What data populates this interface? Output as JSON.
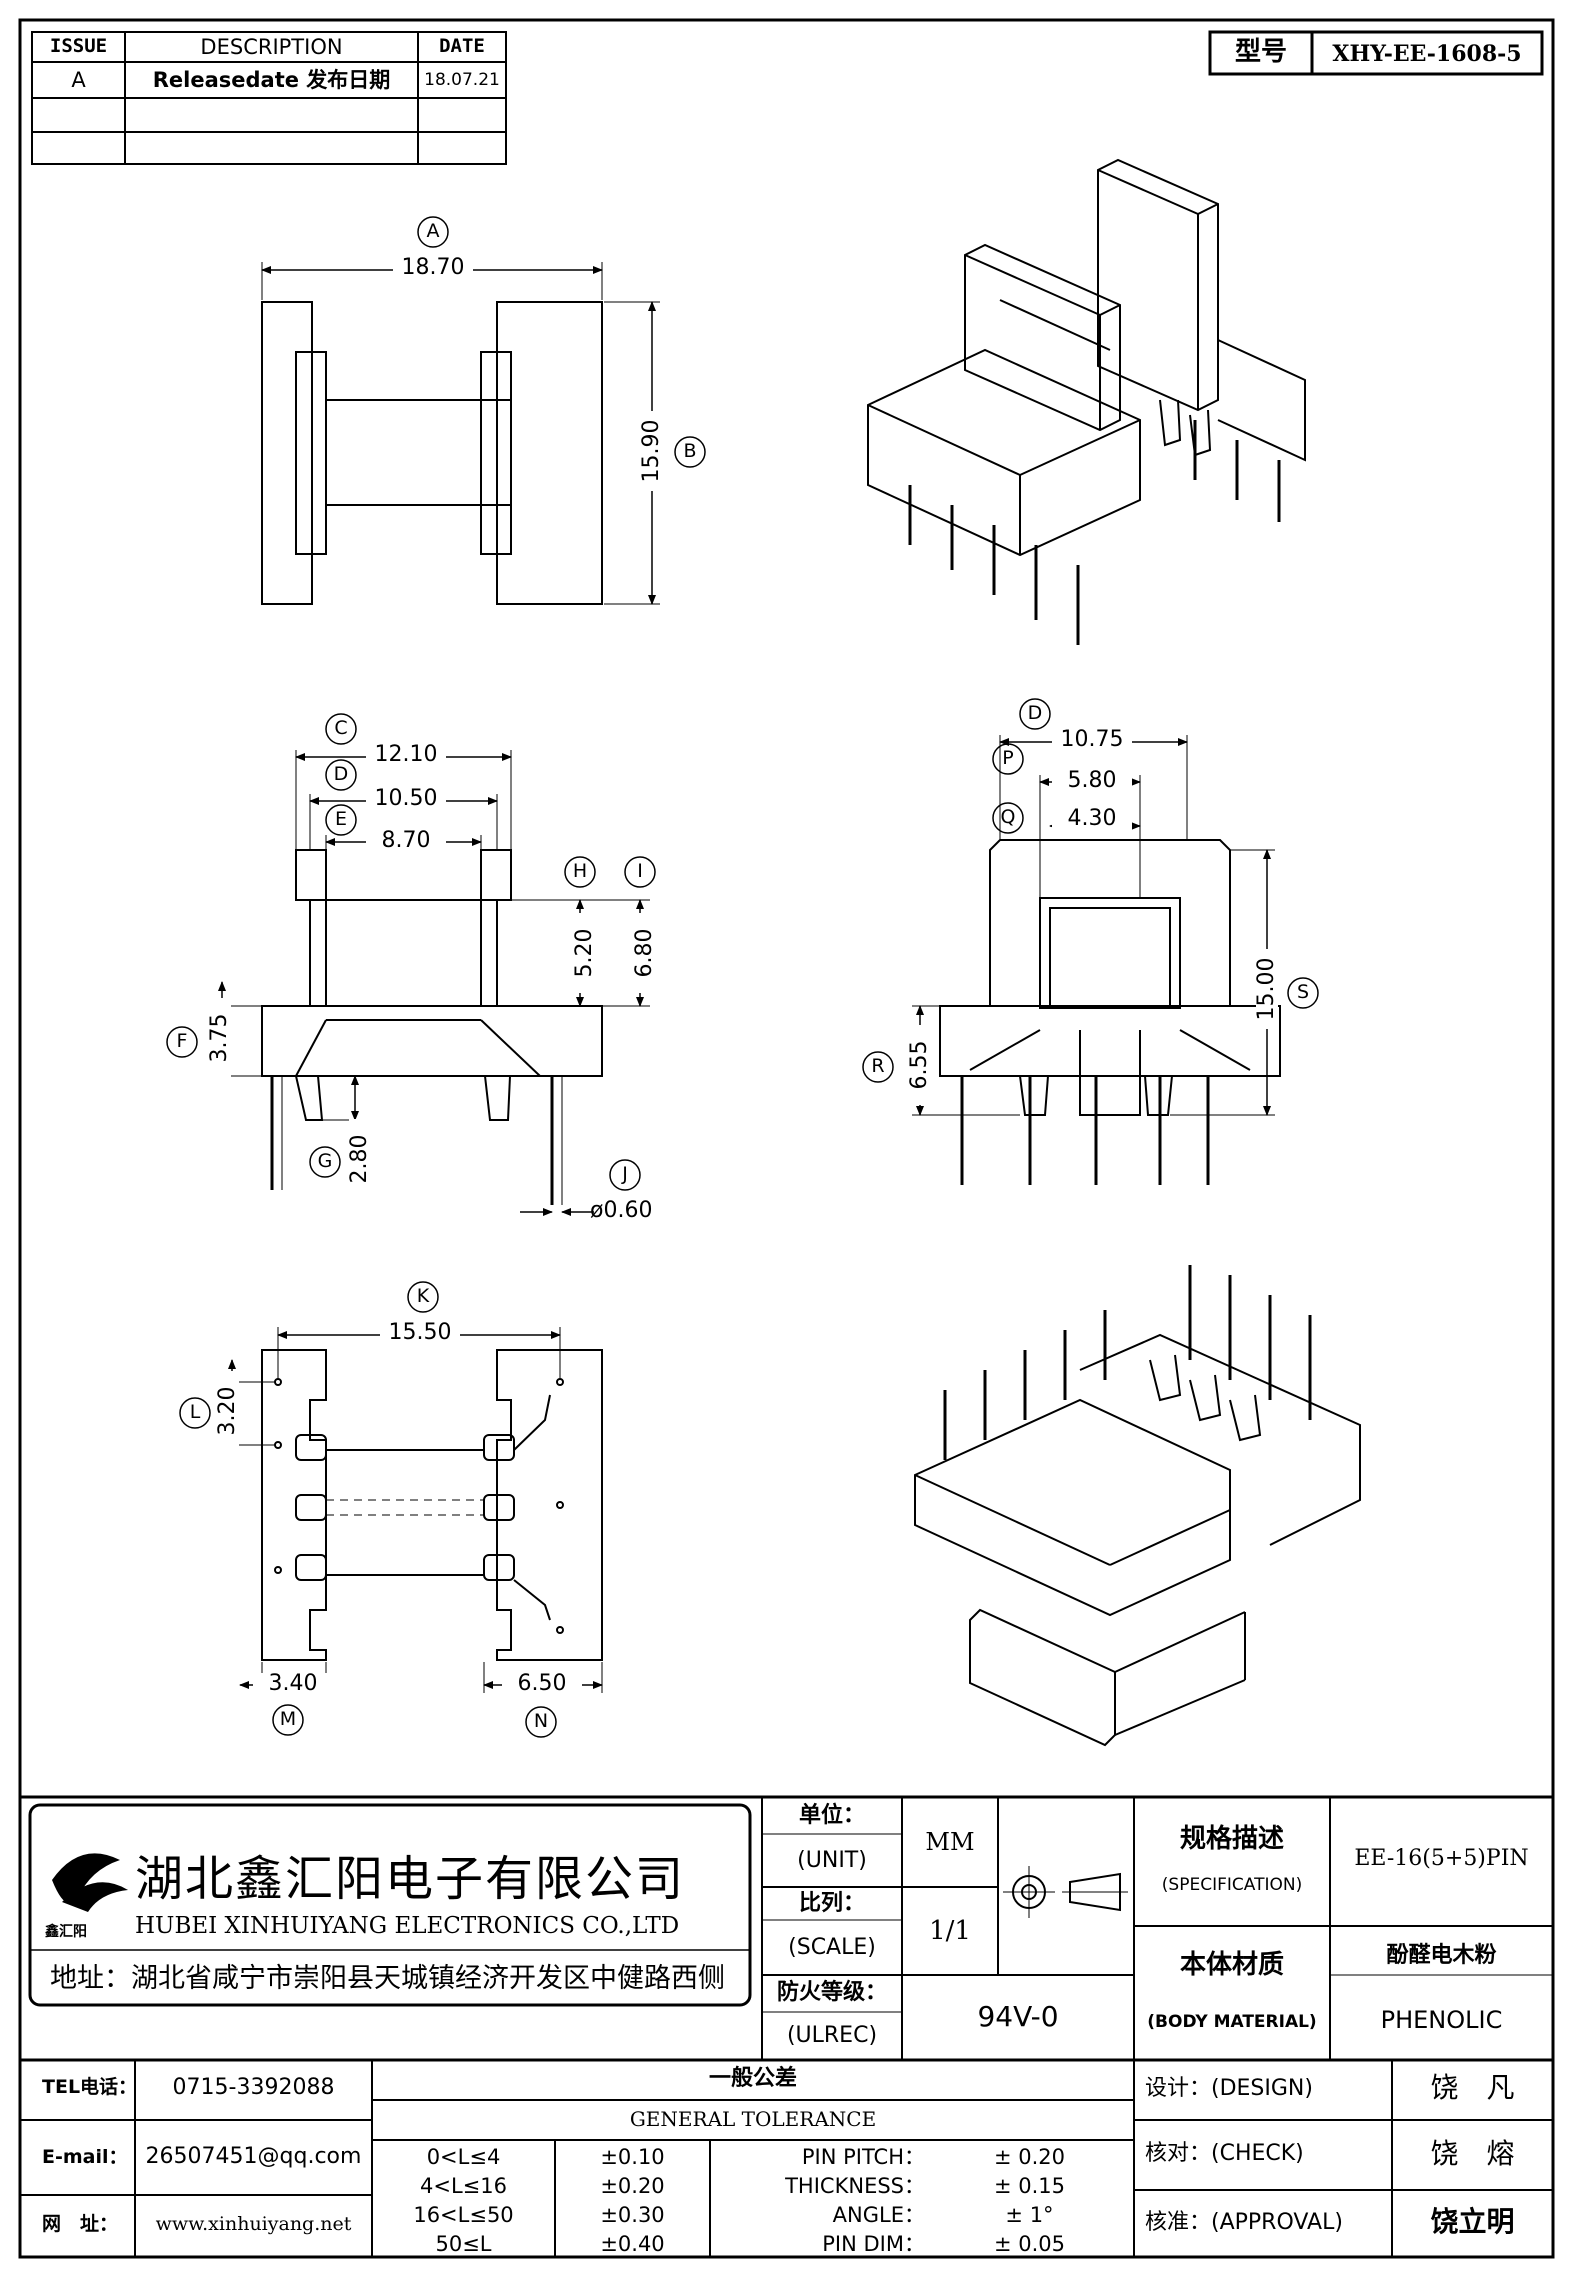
{
  "revision_table": {
    "headers": [
      "ISSUE",
      "DESCRIPTION",
      "DATE"
    ],
    "rows": [
      {
        "issue": "A",
        "description": "Releasedate 发布日期",
        "date": "18.07.21"
      },
      {
        "issue": "",
        "description": "",
        "date": ""
      },
      {
        "issue": "",
        "description": "",
        "date": ""
      }
    ]
  },
  "model": {
    "label": "型号",
    "value": "XHY-EE-1608-5"
  },
  "dimensions": {
    "A": "18.70",
    "B": "15.90",
    "C": "12.10",
    "D": "10.50",
    "E": "8.70",
    "H": "5.20",
    "I": "6.80",
    "F": "3.75",
    "G": "2.80",
    "J": "ø0.60",
    "D2": "10.75",
    "P": "5.80",
    "Q": "4.30",
    "S": "15.00",
    "R": "6.55",
    "K": "15.50",
    "L": "3.20",
    "M": "3.40",
    "N": "6.50"
  },
  "dim_letters": {
    "A": "A",
    "B": "B",
    "C": "C",
    "D": "D",
    "E": "E",
    "H": "H",
    "I": "I",
    "F": "F",
    "G": "G",
    "J": "J",
    "D2": "D",
    "P": "P",
    "Q": "Q",
    "S": "S",
    "R": "R",
    "K": "K",
    "L": "L",
    "M": "M",
    "N": "N"
  },
  "company": {
    "name_cn": "湖北鑫汇阳电子有限公司",
    "name_en": "HUBEI XINHUIYANG ELECTRONICS CO.,LTD",
    "address": "地址：湖北省咸宁市崇阳县天城镇经济开发区中健路西侧",
    "logo_text": "鑫汇阳"
  },
  "title_block": {
    "unit_cn": "单位：",
    "unit_en": "(UNIT)",
    "unit_value": "MM",
    "scale_cn": "比列：",
    "scale_en": "(SCALE)",
    "scale_value": "1/1",
    "fire_cn": "防火等级：",
    "fire_en": "(ULREC)",
    "fire_value": "94V-0",
    "spec_cn": "规格描述",
    "spec_en": "(SPECIFICATION)",
    "spec_value": "EE-16(5+5)PIN",
    "material_cn": "本体材质",
    "material_en": "(BODY MATERIAL)",
    "material_value_cn": "酚醛电木粉",
    "material_value_en": "PHENOLIC"
  },
  "contact": {
    "tel_label": "TEL电话：",
    "tel": "0715-3392088",
    "email_label": "E-mail：",
    "email": "26507451@qq.com",
    "web_label": "网　址：",
    "web": "www.xinhuiyang.net"
  },
  "tolerance": {
    "title_cn": "一般公差",
    "title_en": "GENERAL TOLERANCE",
    "ranges": [
      {
        "range": "0<L≤4",
        "tol": "±0.10"
      },
      {
        "range": "4<L≤16",
        "tol": "±0.20"
      },
      {
        "range": "16<L≤50",
        "tol": "±0.30"
      },
      {
        "range": "50≤L",
        "tol": "±0.40"
      }
    ],
    "others": [
      {
        "label": "PIN PITCH：",
        "tol": "± 0.20"
      },
      {
        "label": "THICKNESS：",
        "tol": "± 0.15"
      },
      {
        "label": "ANGLE：",
        "tol": "± 1°"
      },
      {
        "label": "PIN DIM：",
        "tol": "± 0.05"
      }
    ]
  },
  "signatures": {
    "design_label": "设计：(DESIGN)",
    "design_name": "饶　凡",
    "check_label": "核对：(CHECK)",
    "check_name": "饶　熔",
    "approval_label": "核准：(APPROVAL)",
    "approval_name": "饶立明"
  },
  "colors": {
    "line": "#000000",
    "paper": "#ffffff"
  }
}
